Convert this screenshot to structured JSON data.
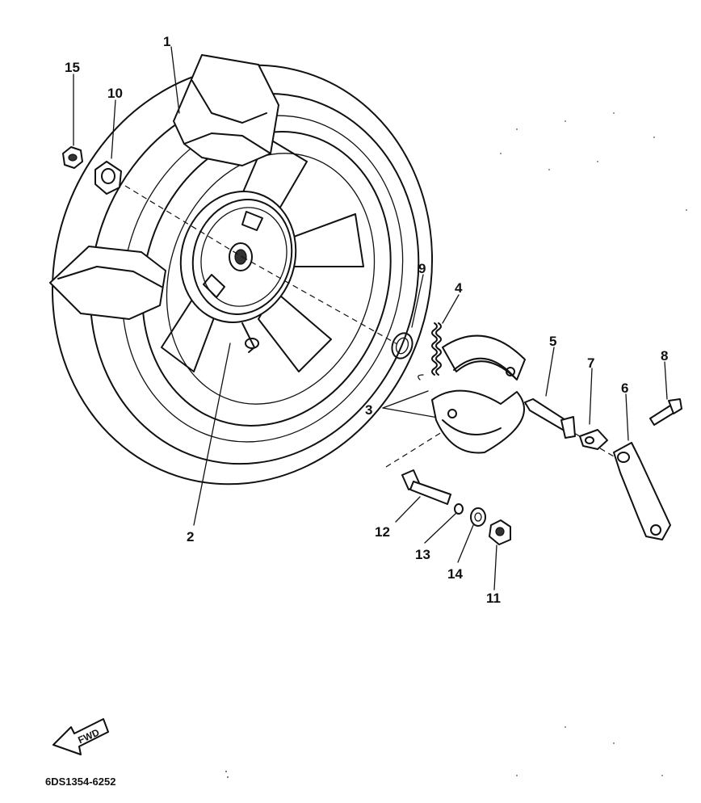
{
  "diagram": {
    "parts": [
      {
        "id": "1",
        "label": "1"
      },
      {
        "id": "2",
        "label": "2"
      },
      {
        "id": "3",
        "label": "3"
      },
      {
        "id": "4",
        "label": "4"
      },
      {
        "id": "5",
        "label": "5"
      },
      {
        "id": "6",
        "label": "6"
      },
      {
        "id": "7",
        "label": "7"
      },
      {
        "id": "8",
        "label": "8"
      },
      {
        "id": "9",
        "label": "9"
      },
      {
        "id": "10",
        "label": "10"
      },
      {
        "id": "11",
        "label": "11"
      },
      {
        "id": "12",
        "label": "12"
      },
      {
        "id": "13",
        "label": "13"
      },
      {
        "id": "14",
        "label": "14"
      },
      {
        "id": "15",
        "label": "15"
      }
    ],
    "fwd_label": "FWD",
    "drawing_code": "6DS1354-6252"
  },
  "colors": {
    "ink": "#111111",
    "paper": "#ffffff"
  }
}
